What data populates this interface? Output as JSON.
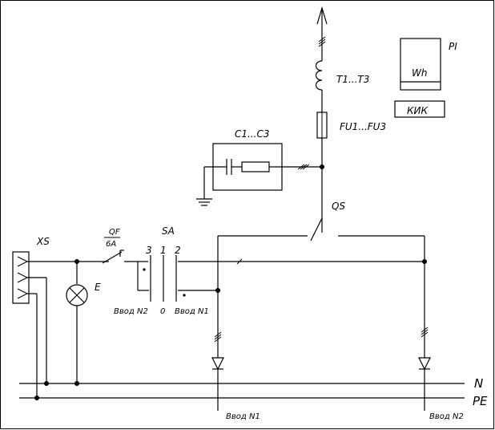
{
  "labels": {
    "meter": "PI",
    "meter_unit": "Wh",
    "kik": "КИК",
    "transformers": "T1...T3",
    "fuses": "FU1...FU3",
    "capacitors": "C1...C3",
    "switch": "QS",
    "socket": "XS",
    "breaker_top": "QF",
    "breaker_bottom": "6A",
    "selector": "SA",
    "pos_3": "3",
    "pos_1": "1",
    "pos_2": "2",
    "lamp": "E",
    "input2_left": "Ввод N2",
    "zero": "0",
    "input1_left": "Ввод N1",
    "neutral": "N",
    "pe": "PE",
    "input1_bottom": "Ввод N1",
    "input2_bottom": "Ввод N2"
  }
}
